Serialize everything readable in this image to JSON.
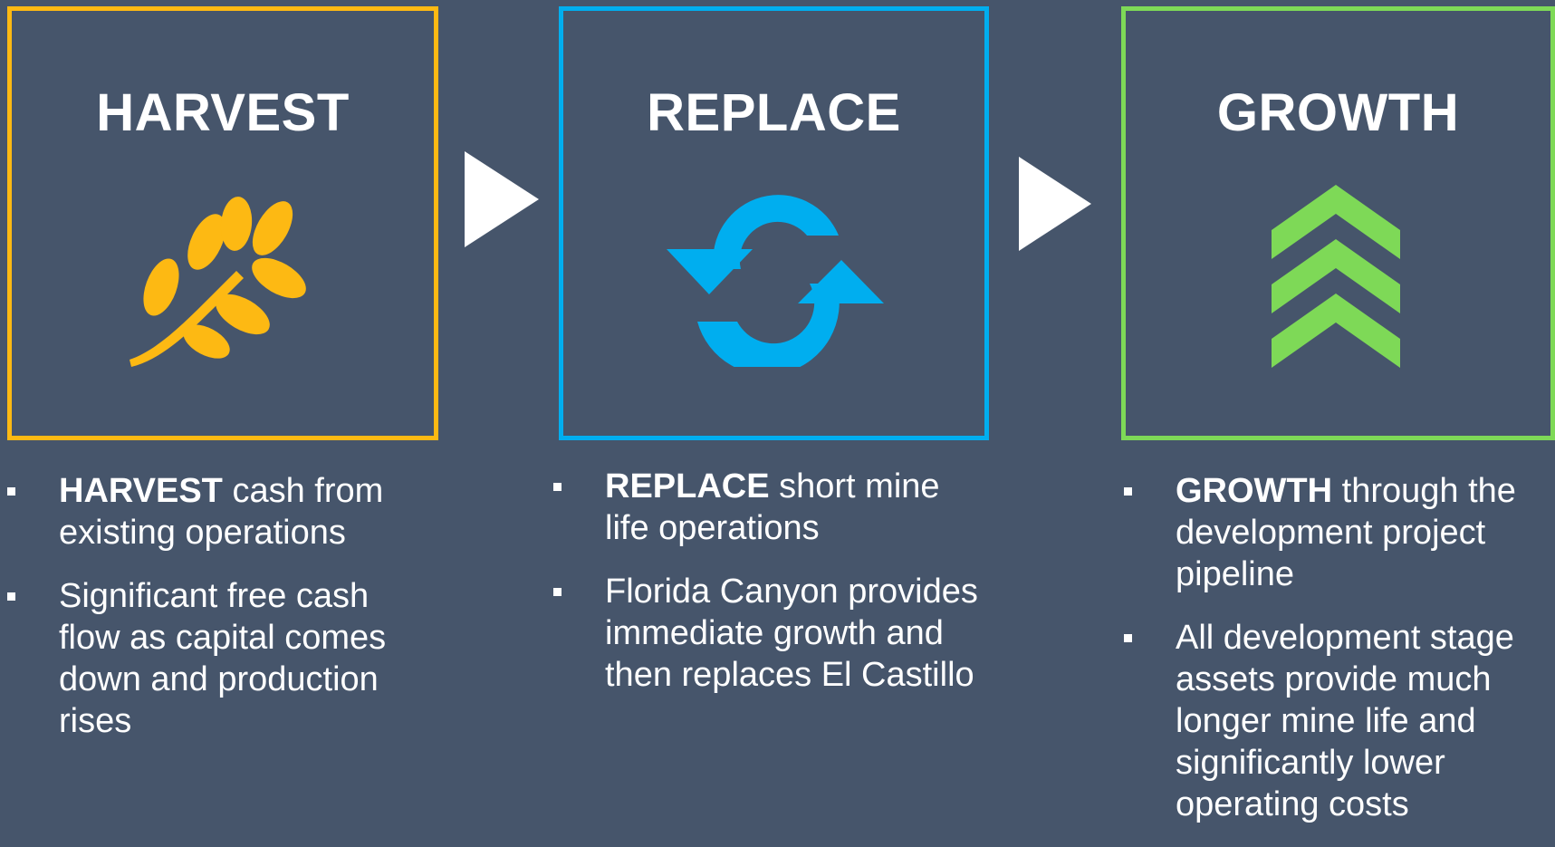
{
  "colors": {
    "background": "#46556B",
    "harvest": "#FDB913",
    "replace": "#00AEEF",
    "growth": "#7ED957",
    "text": "#FFFFFF"
  },
  "panels": [
    {
      "title": "HARVEST",
      "icon": "wheat-icon",
      "bullets": [
        {
          "bold": "HARVEST",
          "text": " cash from existing operations"
        },
        {
          "bold": "",
          "text": "Significant free cash flow as capital comes down and production rises"
        }
      ]
    },
    {
      "title": "REPLACE",
      "icon": "refresh-cycle-icon",
      "bullets": [
        {
          "bold": "REPLACE",
          "text": " short mine life operations"
        },
        {
          "bold": "",
          "text": "Florida Canyon provides immediate growth and then replaces El Castillo"
        }
      ]
    },
    {
      "title": "GROWTH",
      "icon": "triple-chevron-up-icon",
      "bullets": [
        {
          "bold": "GROWTH",
          "text": " through the development project pipeline"
        },
        {
          "bold": "",
          "text": "All development stage assets provide much longer mine life and significantly lower operating costs"
        }
      ]
    }
  ]
}
